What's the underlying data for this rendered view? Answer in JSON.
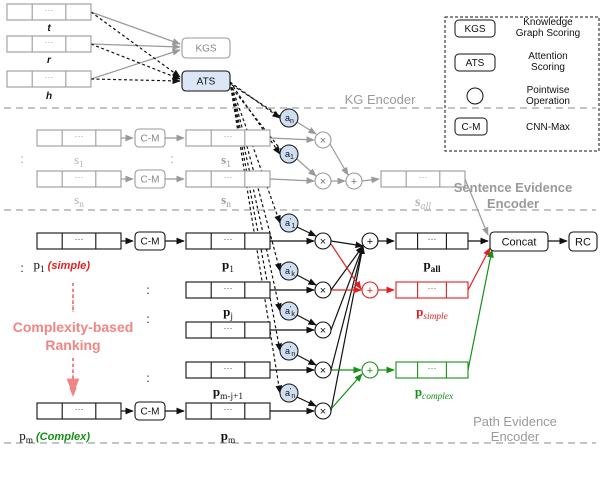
{
  "colors": {
    "black": "#111111",
    "gray": "#9a9a9a",
    "gray_text": "#8c8c8c",
    "light_gray": "#b5b5b5",
    "red": "#e02020",
    "green": "#159115",
    "pink": "#f08585",
    "ats_fill": "#dbe7f6",
    "circle_fill": "#cfdff2"
  },
  "modules": {
    "kgs": "KGS",
    "ats": "ATS",
    "cm": "C-M",
    "concat": "Concat",
    "rc": "RC",
    "ellipsis": "···"
  },
  "kg_inputs": {
    "t": "t",
    "r": "r",
    "h": "h"
  },
  "sections": {
    "kg_encoder": "KG Encoder",
    "sentence_encoder": [
      "Sentence Evidence",
      "Encoder"
    ],
    "path_encoder": [
      "Path Evidence",
      "Encoder"
    ]
  },
  "legend": [
    {
      "key": "KGS",
      "shape": "box",
      "desc": [
        "Knowledge",
        "Graph Scoring"
      ]
    },
    {
      "key": "ATS",
      "shape": "box",
      "desc": [
        "Attention",
        "Scoring"
      ]
    },
    {
      "key": "",
      "shape": "circle",
      "desc": [
        "Pointwise",
        "Operation"
      ]
    },
    {
      "key": "C-M",
      "shape": "box",
      "desc": [
        "CNN-Max"
      ]
    }
  ],
  "attention": {
    "sentence": [
      {
        "base": "a",
        "sub": "1",
        "sup": ""
      },
      {
        "base": "a",
        "sub": "n",
        "sup": ""
      }
    ],
    "path": [
      {
        "base": "a",
        "sub": "1",
        "sup": "'"
      },
      {
        "base": "a",
        "sub": "k",
        "sup": "'"
      },
      {
        "base": "a",
        "sub": "k",
        "sup": "'"
      },
      {
        "base": "a",
        "sub": "n",
        "sup": "'"
      },
      {
        "base": "a",
        "sub": "n",
        "sup": "'"
      }
    ]
  },
  "ops": {
    "times": "×",
    "plus": "+"
  },
  "sentence_labels": {
    "s1_in": {
      "base": "s",
      "sub": "1"
    },
    "sn_in": {
      "base": "s",
      "sub": "n"
    },
    "s1": {
      "base": "s",
      "sub": "1"
    },
    "sn": {
      "base": "s",
      "sub": "n"
    },
    "sall": {
      "base": "s",
      "sub": "all"
    }
  },
  "path_labels": {
    "p1_in": {
      "base": "p",
      "sub": "1",
      "tag": "(simple)"
    },
    "pm_in": {
      "base": "p",
      "sub": "m",
      "tag": "(Complex)"
    },
    "p1": {
      "base": "p",
      "sub": "1"
    },
    "pj": {
      "base": "p",
      "sub": "j"
    },
    "pmj": {
      "base": "p",
      "sub": "m-j+1"
    },
    "pm": {
      "base": "p",
      "sub": "m"
    },
    "pall": {
      "base": "p",
      "sub": "all"
    },
    "psimple": {
      "base": "p",
      "sub": "simple"
    },
    "pcomplex": {
      "base": "p",
      "sub": "complex"
    }
  },
  "ranking": [
    "Complexity-based",
    "Ranking"
  ],
  "vdots": ":"
}
